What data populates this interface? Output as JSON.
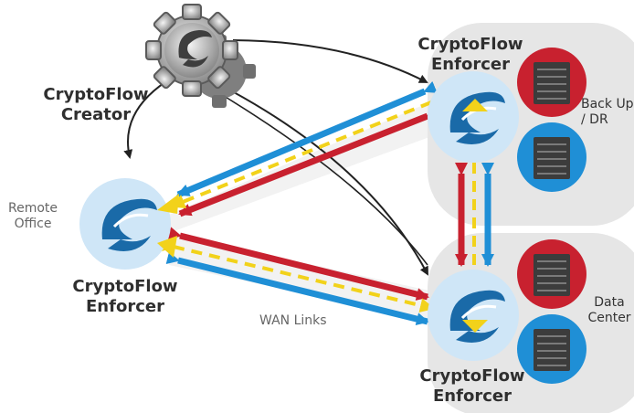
{
  "labels": {
    "creator_line1": "CryptoFlow",
    "creator_line2": "Creator",
    "remote_enforcer_line1": "CryptoFlow",
    "remote_enforcer_line2": "Enforcer",
    "top_enforcer_line1": "CryptoFlow",
    "top_enforcer_line2": "Enforcer",
    "bottom_enforcer_line1": "CryptoFlow",
    "bottom_enforcer_line2": "Enforcer",
    "remote_office_line1": "Remote",
    "remote_office_line2": "Office",
    "backup_line1": "Back Up",
    "backup_line2": "/ DR",
    "datacenter_line1": "Data",
    "datacenter_line2": "Center",
    "wan_links": "WAN Links"
  },
  "colors": {
    "blue_link": "#1f8fd6",
    "red_link": "#c8212f",
    "yellow_flow": "#f2d21a",
    "gray_region": "#e6e6e6",
    "enforcer_circle": "#cfe6f7",
    "server_red": "#c8212f",
    "server_blue": "#1f8fd6"
  },
  "icons": {
    "creator": "gear-icon",
    "enforcer": "cryptoflow-logo-icon",
    "server": "server-rack-icon"
  }
}
